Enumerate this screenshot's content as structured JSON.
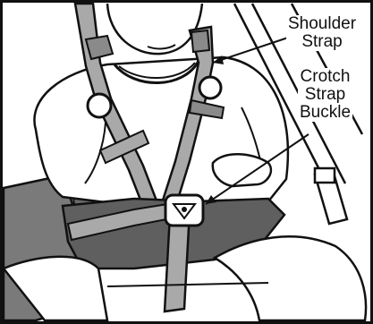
{
  "diagram": {
    "labels": {
      "shoulder_strap": [
        "Shoulder",
        "Strap"
      ],
      "crotch_strap_buckle": [
        "Crotch",
        "Strap",
        "Buckle"
      ]
    },
    "colors": {
      "line": "#111111",
      "strap": "#a9a9a9",
      "seat": "#7a7a7a",
      "shorts": "#5f5f5f",
      "skin": "#ffffff"
    },
    "icons": [
      "harness-illustration",
      "leader-line"
    ]
  }
}
